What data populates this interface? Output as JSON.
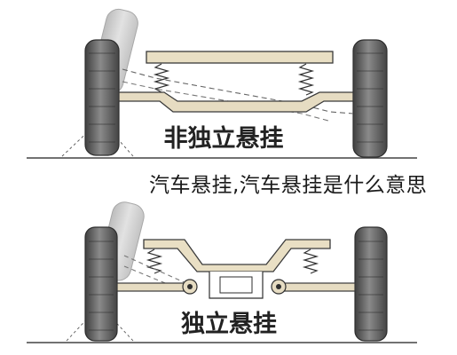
{
  "top_diagram": {
    "label": "非独立悬挂"
  },
  "bottom_diagram": {
    "label": "独立悬挂"
  },
  "caption": "汽车悬挂,汽车悬挂是什么意思",
  "colors": {
    "tire": "#5e5e5e",
    "tire_ghost": "#c8c8c8",
    "axle": "#e6dcc2",
    "outline": "#3a3a3a",
    "label": "#222222",
    "caption": "#1a1a1a",
    "ground": "#444444"
  }
}
